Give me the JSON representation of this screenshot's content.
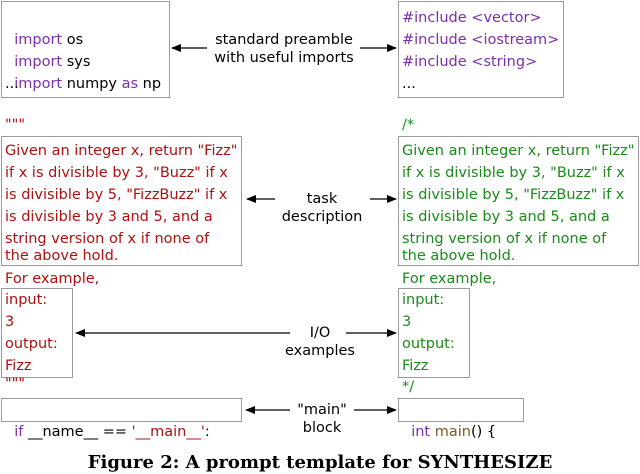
{
  "py_preamble": {
    "lines": [
      {
        "a": "import",
        "b": " os"
      },
      {
        "a": "import",
        "b": " sys"
      },
      {
        "a": "import",
        "b": " numpy ",
        "c": "as",
        "d": " np"
      }
    ],
    "ellipsis": "..."
  },
  "cpp_preamble": {
    "lines": [
      "#include <vector>",
      "#include <iostream>",
      "#include <string>"
    ],
    "ellipsis": "..."
  },
  "py_doc_open": "\"\"\"",
  "cpp_doc_open": "/*",
  "task_lines": [
    "Given an integer x, return \"Fizz\"",
    "if x is divisible by 3, \"Buzz\" if x",
    "is divisible by 5, \"FizzBuzz\" if x",
    "is divisible by 3 and 5, and a",
    "string version of x if none of",
    "the above hold."
  ],
  "for_example": "For example,",
  "io_lines": [
    "input:",
    "3",
    "output:",
    "Fizz"
  ],
  "py_doc_close": "\"\"\"",
  "cpp_doc_close": "*/",
  "py_main": {
    "kw": "if",
    "mid": " __name__ == ",
    "str": "'__main__'",
    "end": ":"
  },
  "cpp_main": {
    "kw": "int",
    "fn": " main",
    "end": "() {"
  },
  "labels": {
    "preamble": [
      "standard preamble",
      "with useful imports"
    ],
    "task": [
      "task",
      "description"
    ],
    "io": [
      "I/O",
      "examples"
    ],
    "main": [
      "\"main\"",
      "block"
    ]
  },
  "caption": "Figure 2: A prompt template for SYNTHESIZE"
}
